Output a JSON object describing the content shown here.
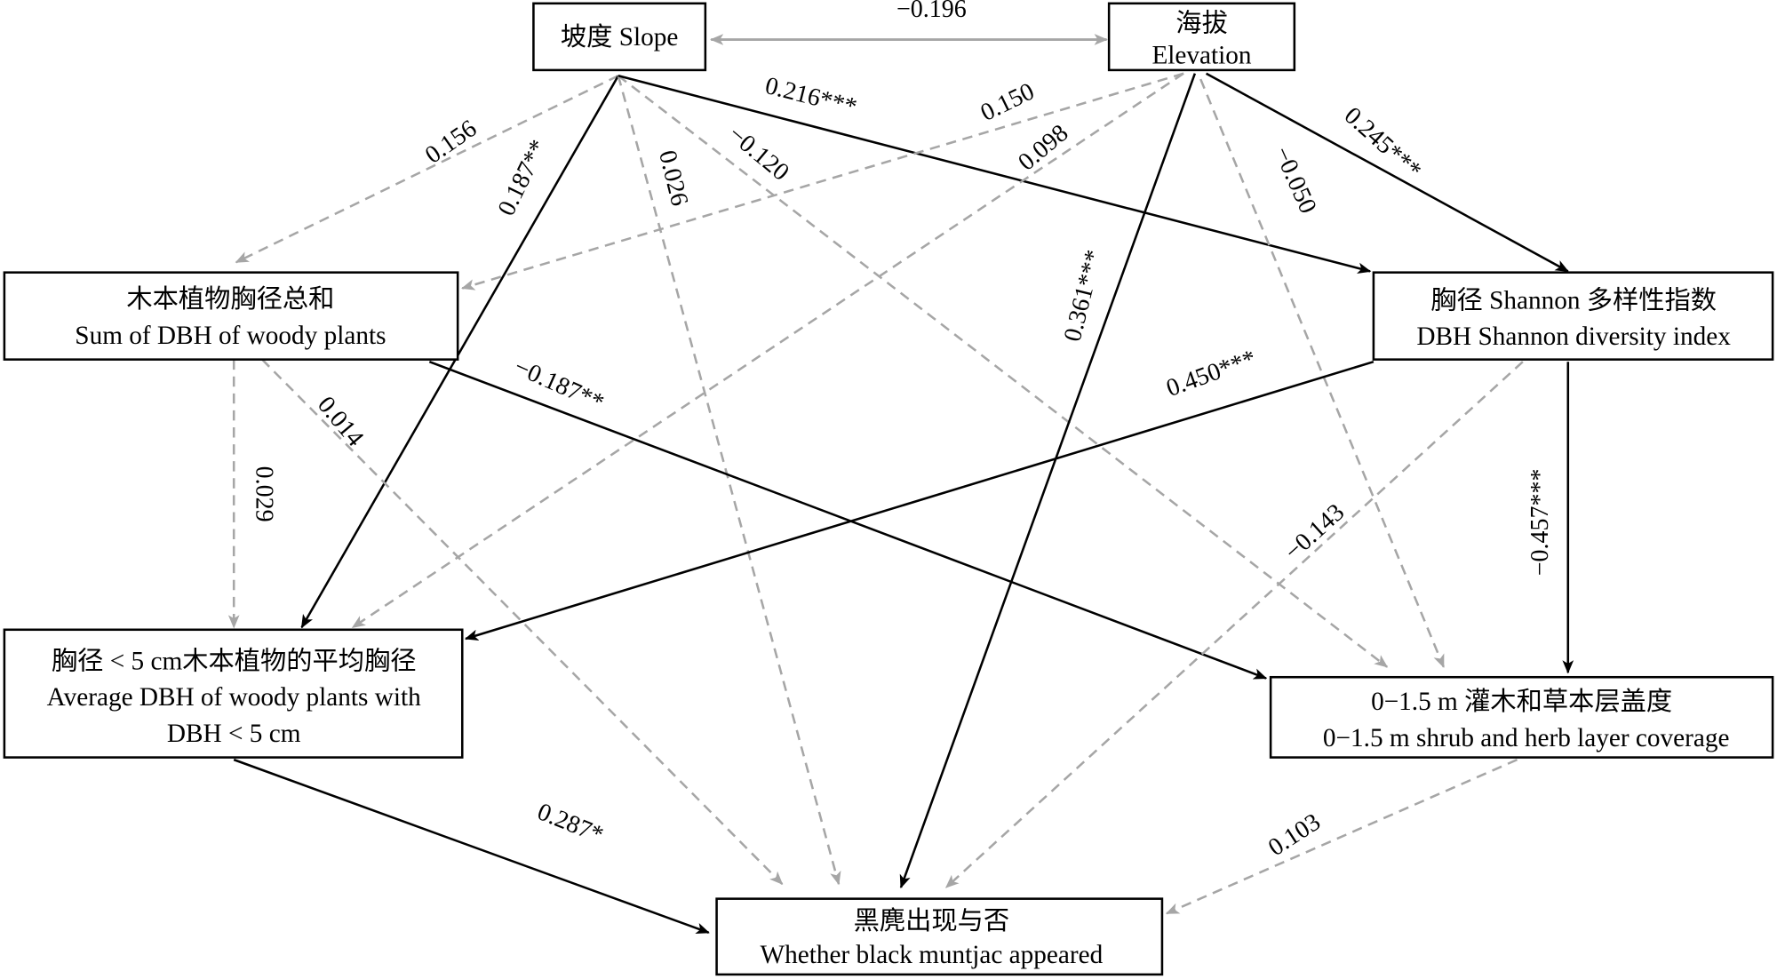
{
  "nodes": {
    "slope": {
      "zh": "坡度",
      "en": "Slope"
    },
    "elevation": {
      "zh": "海拔",
      "en": "Elevation"
    },
    "sum_dbh": {
      "zh": "木本植物胸径总和",
      "en": "Sum of DBH of woody plants"
    },
    "shannon": {
      "zh": "胸径 Shannon 多样性指数",
      "en": "DBH Shannon diversity index"
    },
    "avg_dbh": {
      "zh": "胸径 < 5 cm木本植物的平均胸径",
      "en": "Average DBH of woody plants with",
      "en2": "DBH < 5 cm"
    },
    "shrub": {
      "zh": "0−1.5 m 灌木和草本层盖度",
      "en": "0−1.5 m shrub and herb layer coverage"
    },
    "muntjac": {
      "zh": "黑麂出现与否",
      "en": "Whether black muntjac appeared"
    }
  },
  "edges": [
    {
      "id": "e1",
      "from": "slope",
      "to": "elevation",
      "label": "−0.196",
      "significant": false,
      "type": "correlation"
    },
    {
      "id": "e2",
      "from": "slope",
      "to": "sum_dbh",
      "label": "0.156",
      "significant": false
    },
    {
      "id": "e3",
      "from": "slope",
      "to": "avg_dbh",
      "label": "0.187**",
      "significant": true
    },
    {
      "id": "e4",
      "from": "slope",
      "to": "muntjac",
      "label": "0.026",
      "significant": false
    },
    {
      "id": "e5",
      "from": "slope",
      "to": "shrub",
      "label": "−0.120",
      "significant": false
    },
    {
      "id": "e6",
      "from": "slope",
      "to": "shannon",
      "label": "0.216***",
      "significant": true
    },
    {
      "id": "e7",
      "from": "elevation",
      "to": "sum_dbh",
      "label": "0.150",
      "significant": false
    },
    {
      "id": "e8",
      "from": "elevation",
      "to": "avg_dbh",
      "label": "0.098",
      "significant": false
    },
    {
      "id": "e9",
      "from": "elevation",
      "to": "muntjac",
      "label": "0.361***",
      "significant": true
    },
    {
      "id": "e10",
      "from": "elevation",
      "to": "shrub",
      "label": "−0.050",
      "significant": false
    },
    {
      "id": "e11",
      "from": "elevation",
      "to": "shannon",
      "label": "0.245***",
      "significant": true
    },
    {
      "id": "e12",
      "from": "sum_dbh",
      "to": "avg_dbh",
      "label": "0.029",
      "significant": false
    },
    {
      "id": "e13",
      "from": "sum_dbh",
      "to": "muntjac",
      "label": "0.014",
      "significant": false
    },
    {
      "id": "e14",
      "from": "sum_dbh",
      "to": "shrub",
      "label": "−0.187**",
      "significant": true
    },
    {
      "id": "e15",
      "from": "shannon",
      "to": "avg_dbh",
      "label": "0.450***",
      "significant": true
    },
    {
      "id": "e16",
      "from": "shannon",
      "to": "shrub",
      "label": "−0.457***",
      "significant": true
    },
    {
      "id": "e17",
      "from": "shannon",
      "to": "muntjac",
      "label": "−0.143",
      "significant": false
    },
    {
      "id": "e18",
      "from": "avg_dbh",
      "to": "muntjac",
      "label": "0.287*",
      "significant": true
    },
    {
      "id": "e19",
      "from": "shrub",
      "to": "muntjac",
      "label": "0.103",
      "significant": false
    }
  ],
  "colors": {
    "significant": "#000000",
    "nonsignificant": "#a6a6a6"
  }
}
